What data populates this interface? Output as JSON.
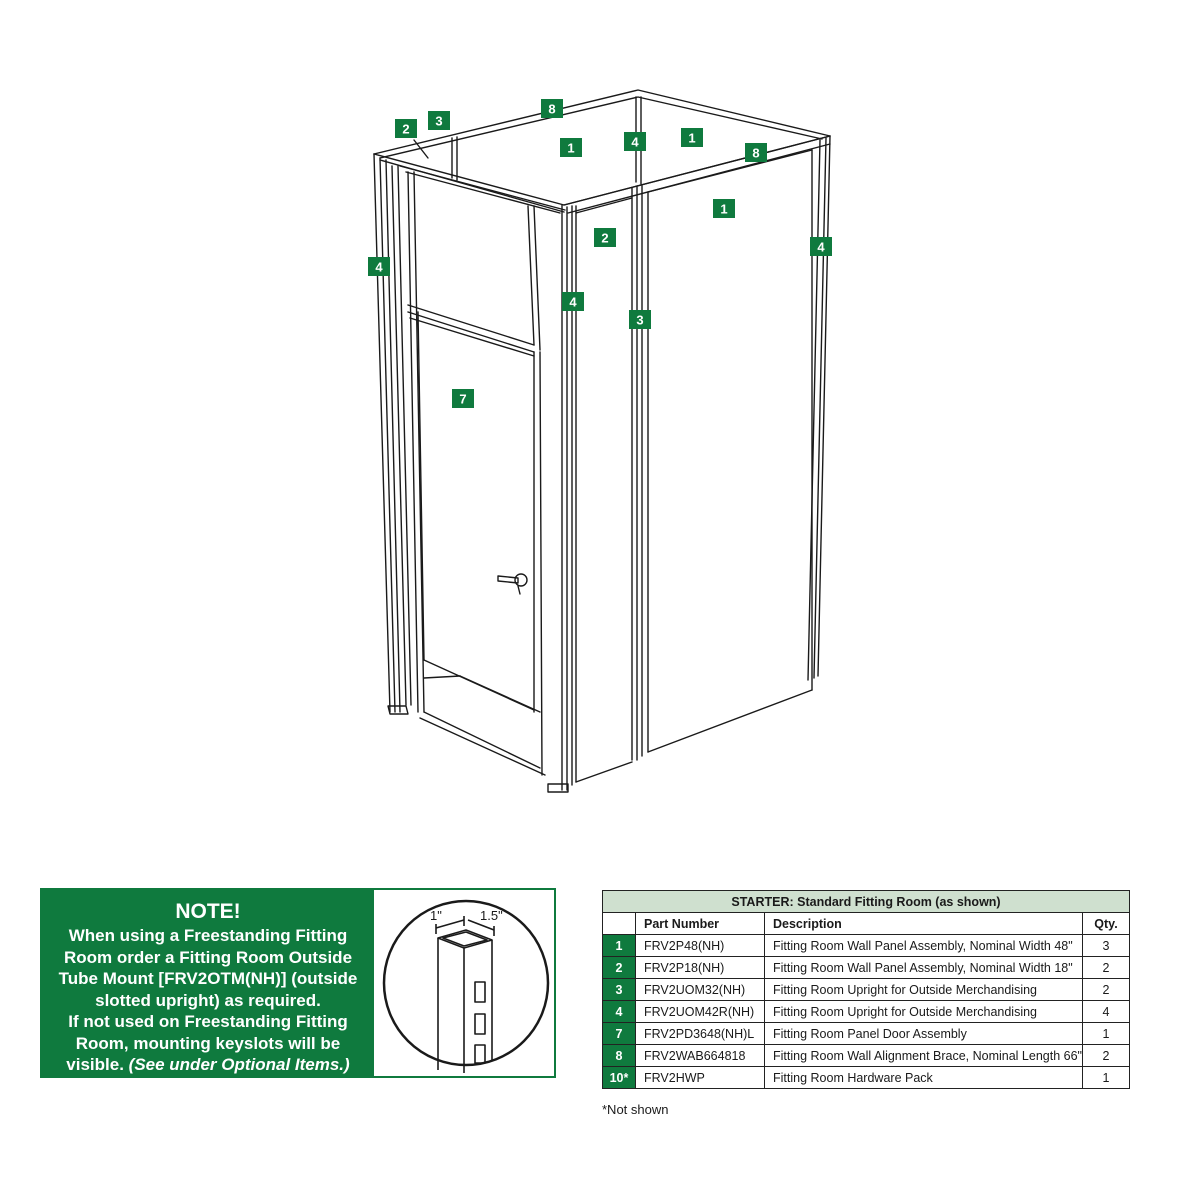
{
  "diagram": {
    "callouts": [
      {
        "id": "c2a",
        "label": "2"
      },
      {
        "id": "c3a",
        "label": "3"
      },
      {
        "id": "c8a",
        "label": "8"
      },
      {
        "id": "c1a",
        "label": "1"
      },
      {
        "id": "c4a",
        "label": "4"
      },
      {
        "id": "c1b",
        "label": "1"
      },
      {
        "id": "c8b",
        "label": "8"
      },
      {
        "id": "c1c",
        "label": "1"
      },
      {
        "id": "c2b",
        "label": "2"
      },
      {
        "id": "c4b",
        "label": "4"
      },
      {
        "id": "c4c",
        "label": "4"
      },
      {
        "id": "c4d",
        "label": "4"
      },
      {
        "id": "c3b",
        "label": "3"
      },
      {
        "id": "c7",
        "label": "7"
      }
    ]
  },
  "note": {
    "title": "NOTE!",
    "lines": [
      "When using a Freestanding Fitting",
      "Room order a Fitting Room Outside",
      "Tube Mount [FRV2OTM(NH)] (outside",
      "slotted upright) as required.",
      "If not used on Freestanding Fitting",
      "Room, mounting keyslots will be"
    ],
    "last_line_prefix": "visible. ",
    "last_line_emphasis": "(See under Optional Items.)",
    "dim_width": "1\"",
    "dim_depth": "1.5\""
  },
  "table": {
    "title": "STARTER: Standard Fitting Room (as shown)",
    "headers": {
      "num": "",
      "part": "Part Number",
      "desc": "Description",
      "qty": "Qty."
    },
    "rows": [
      {
        "num": "1",
        "part": "FRV2P48(NH)",
        "desc": "Fitting Room Wall Panel Assembly, Nominal Width 48\"",
        "qty": "3"
      },
      {
        "num": "2",
        "part": "FRV2P18(NH)",
        "desc": "Fitting Room Wall Panel Assembly, Nominal Width 18\"",
        "qty": "2"
      },
      {
        "num": "3",
        "part": "FRV2UOM32(NH)",
        "desc": "Fitting Room Upright for Outside Merchandising",
        "qty": "2"
      },
      {
        "num": "4",
        "part": "FRV2UOM42R(NH)",
        "desc": "Fitting Room Upright for Outside Merchandising",
        "qty": "4"
      },
      {
        "num": "7",
        "part": "FRV2PD3648(NH)L",
        "desc": "Fitting Room Panel Door Assembly",
        "qty": "1"
      },
      {
        "num": "8",
        "part": "FRV2WAB664818",
        "desc": "Fitting Room Wall Alignment Brace, Nominal Length 66\"",
        "qty": "2"
      },
      {
        "num": "10*",
        "part": "FRV2HWP",
        "desc": "Fitting Room Hardware Pack",
        "qty": "1"
      }
    ],
    "footnote": "*Not shown"
  },
  "colors": {
    "accent": "#0f7a3e",
    "table_header": "#cfe0cf"
  }
}
